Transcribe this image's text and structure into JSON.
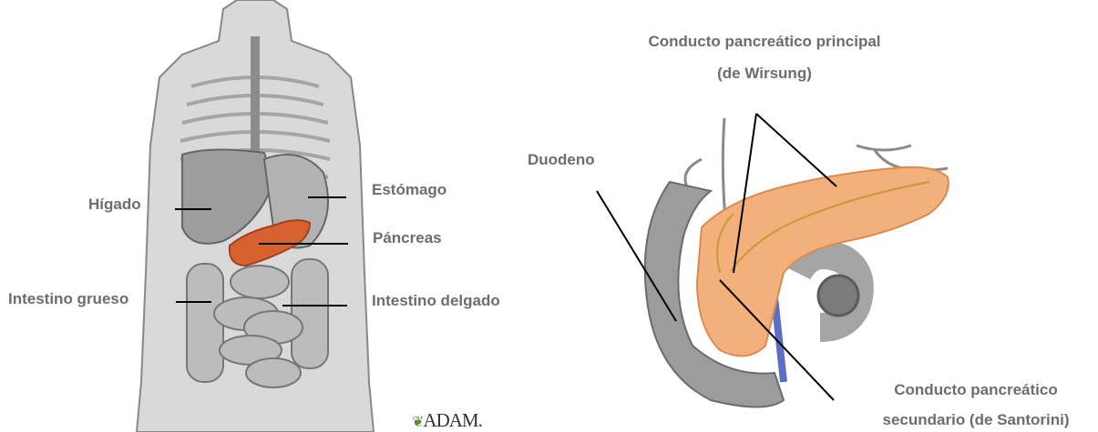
{
  "left_panel": {
    "labels": {
      "liver": "Hígado",
      "stomach": "Estómago",
      "pancreas": "Páncreas",
      "large_intestine": "Intestino grueso",
      "small_intestine": "Intestino delgado"
    },
    "logo": "ADAM."
  },
  "right_panel": {
    "labels": {
      "main_duct_line1": "Conducto pancreático principal",
      "main_duct_line2": "(de Wirsung)",
      "duodenum": "Duodeno",
      "secondary_duct_line1": "Conducto pancreático",
      "secondary_duct_line2": "secundario (de Santorini)"
    }
  },
  "colors": {
    "label_text": "#6d6d6d",
    "pancreas": "#f4b07a",
    "pancreas_left": "#d8622f",
    "organ_gray": "#9a9a9a",
    "leader_line": "#000000"
  }
}
